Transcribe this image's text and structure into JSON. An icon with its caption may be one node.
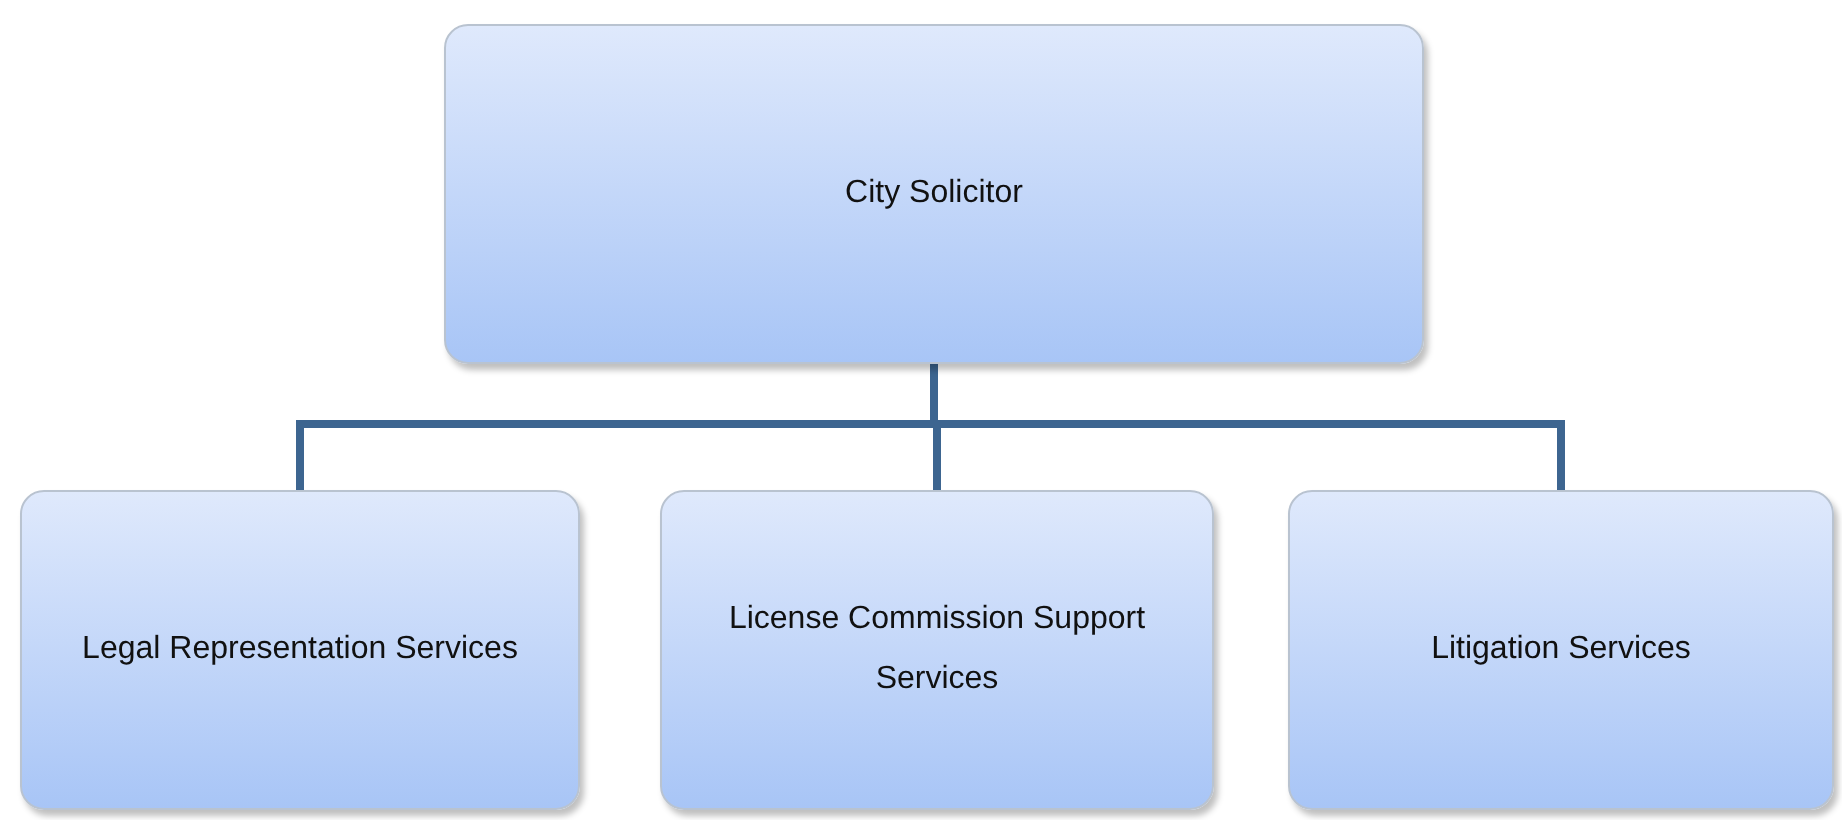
{
  "diagram": {
    "nodes": [
      {
        "text": [
          "City Solicitor"
        ]
      },
      {
        "text": [
          "Legal Representation Services"
        ]
      },
      {
        "text": [
          "License Commission Support Services"
        ]
      },
      {
        "text": [
          "Litigation Services"
        ]
      }
    ],
    "edges": [
      {
        "from": 0,
        "to": 1,
        "arrow": "none"
      },
      {
        "from": 0,
        "to": 2,
        "arrow": "none"
      },
      {
        "from": 0,
        "to": 3,
        "arrow": "none"
      }
    ]
  }
}
